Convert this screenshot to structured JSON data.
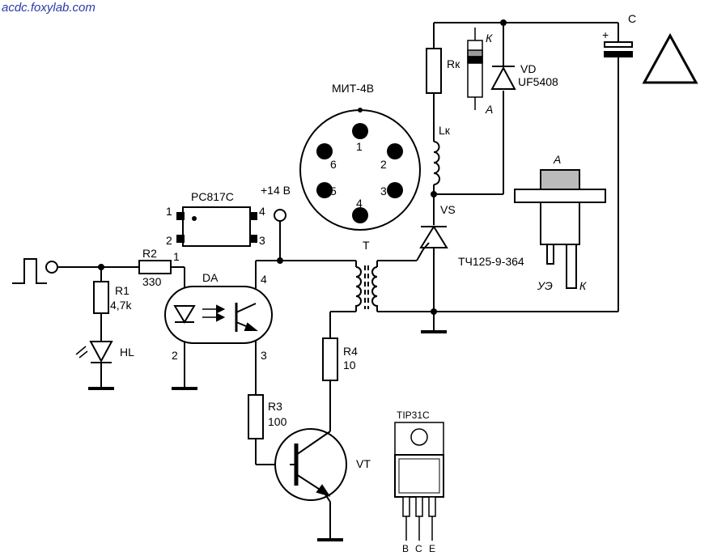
{
  "watermark": "acdc.foxylab.com",
  "components": {
    "optocoupler": {
      "part": "PC817C",
      "ref": "DA",
      "pins": [
        "1",
        "2",
        "3",
        "4"
      ]
    },
    "supply": "+14 В",
    "lamp": {
      "name": "МИТ-4В",
      "pins": [
        "1",
        "2",
        "3",
        "4",
        "5",
        "6"
      ]
    },
    "r1": {
      "ref": "R1",
      "value": "4,7k"
    },
    "r2": {
      "ref": "R2",
      "value": "330"
    },
    "r3": {
      "ref": "R3",
      "value": "100"
    },
    "r4": {
      "ref": "R4",
      "value": "10"
    },
    "led": {
      "ref": "HL"
    },
    "transistor": {
      "ref": "VT",
      "part": "TIP31C",
      "pins": [
        "B",
        "C",
        "E"
      ]
    },
    "transformer": {
      "ref": "T"
    },
    "thyristor": {
      "ref": "VS",
      "part": "ТЧ125-9-364",
      "anode": "A",
      "gate": "УЭ",
      "cathode": "К"
    },
    "rk": {
      "ref": "Rк"
    },
    "lk": {
      "ref": "Lк"
    },
    "diode": {
      "ref": "VD",
      "part": "UF5408",
      "cathode": "К",
      "anode": "A"
    },
    "capacitor": {
      "ref": "C",
      "polarity": "+"
    },
    "warning": "!"
  }
}
